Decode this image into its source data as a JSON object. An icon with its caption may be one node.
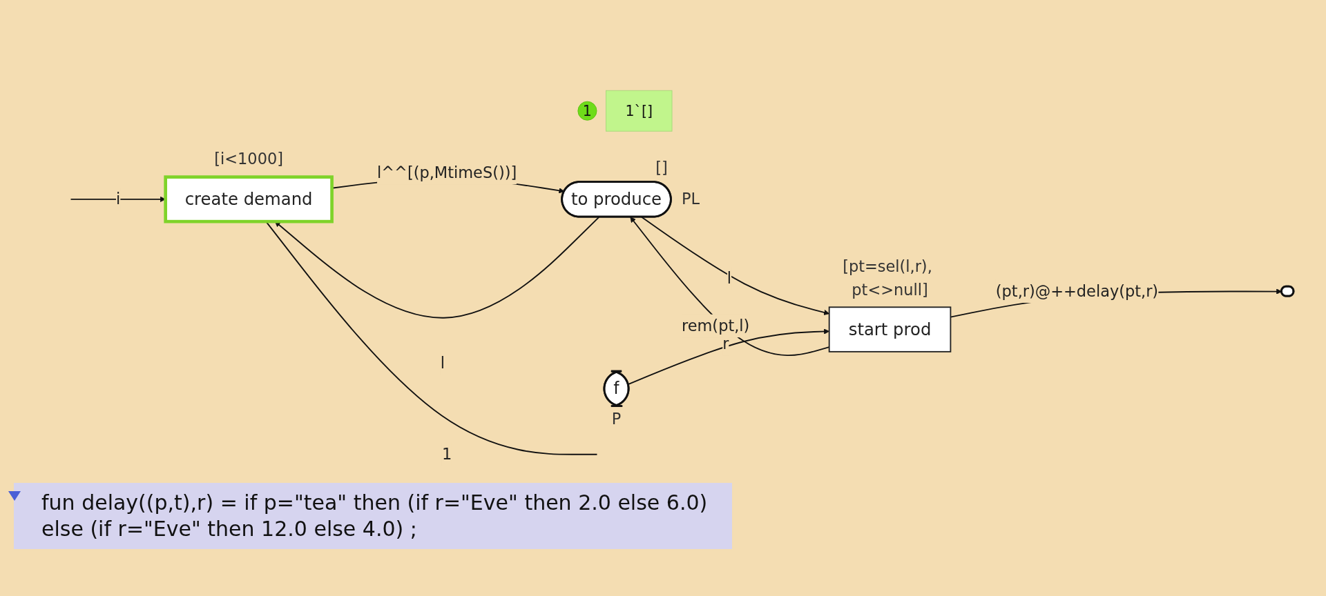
{
  "diagram": {
    "nodes": [
      {
        "text": [
          "create demand"
        ],
        "beside": [
          "[i<1000]"
        ]
      },
      {
        "text": [
          "to produce"
        ],
        "beside": [
          "1",
          "1`[]",
          "[]",
          "PL"
        ]
      },
      {
        "text": [
          "start prod"
        ],
        "beside": [
          "[pt=sel(l,r), pt<>null]"
        ]
      },
      {
        "text": [
          "f"
        ],
        "beside": [
          "P"
        ]
      },
      {
        "text": [],
        "shape": "ellipse"
      }
    ],
    "edges": [
      {
        "from": 0,
        "to": 1,
        "arrow": "to",
        "label": "l^^[(p,MtimeS())]"
      },
      {
        "from": 1,
        "to": 0,
        "arrow": "to",
        "label": "l"
      },
      {
        "from": 1,
        "to": 2,
        "arrow": "to",
        "label": "l"
      },
      {
        "from": 2,
        "to": 1,
        "arrow": "to",
        "label": "rem(pt,l)"
      },
      {
        "from": 3,
        "to": 2,
        "arrow": "to",
        "label": "r"
      },
      {
        "from": 2,
        "to": 4,
        "arrow": "to",
        "label": "(pt,r)@++delay(pt,r)"
      },
      {
        "from": 0,
        "to": null,
        "arrow": "none",
        "label": "1"
      },
      {
        "from": null,
        "to": 0,
        "arrow": "to",
        "label": "i"
      }
    ],
    "labels": [
      "fun delay((p,t),r) = if p=\"tea\" then (if r=\"Eve\" then 2.0 else 6.0) else (if r=\"Eve\" then 12.0 else 4.0) ;"
    ]
  }
}
